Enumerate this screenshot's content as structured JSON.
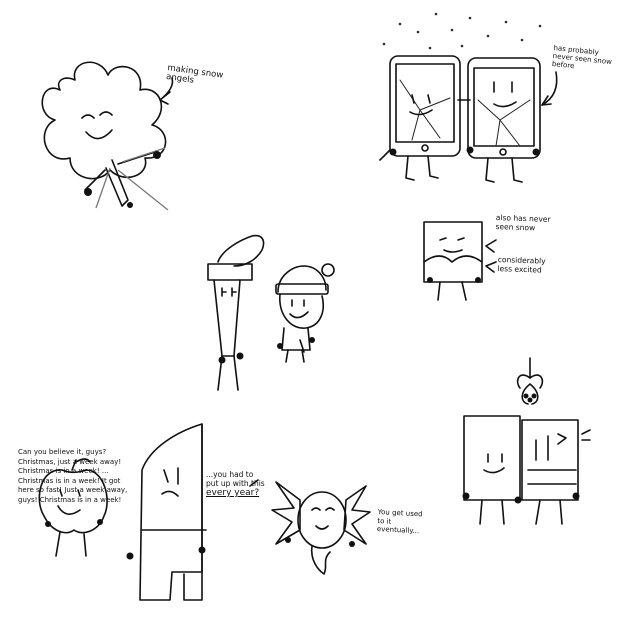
{
  "captions": {
    "snow_angels": "making snow angels",
    "never_seen_snow": "has probably never seen snow before",
    "also_never_seen": "also has never seen snow",
    "less_excited": "considerably less excited",
    "every_year_prefix": "...you had to put up with this",
    "every_year_emph": "every year?",
    "get_used": "You get used to it eventually...",
    "apple_speech": "Can you believe it, guys? Christmas, just a week away! Christmas is in a week! ... Christmas is in a week! It got here so fast! Just a week away, guys! Christmas is in a week!"
  }
}
